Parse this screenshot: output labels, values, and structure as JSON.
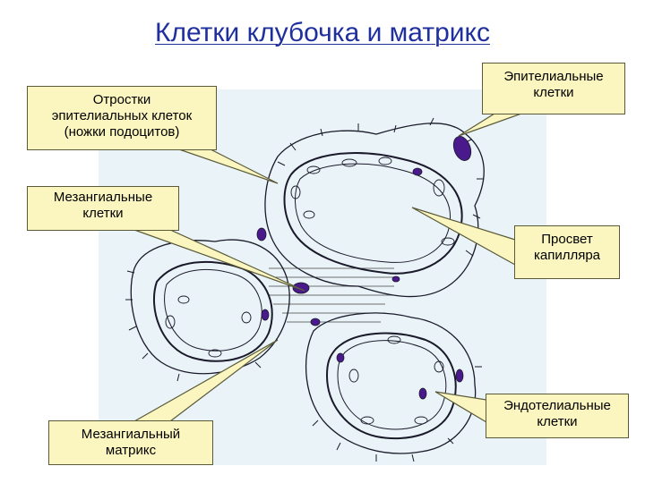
{
  "title": "Клетки клубочка и матрикс",
  "colors": {
    "title": "#1f2f9e",
    "background_panel": "#eaf3f8",
    "callout_fill": "#fbf6bf",
    "nucleus": "#4a1a8c",
    "outline": "#1a1a2a"
  },
  "labels": {
    "podocyte_processes": [
      "Отростки",
      "эпителиальных клеток",
      "(ножки подоцитов)"
    ],
    "mesangial_cells": [
      "Мезангиальные",
      "клетки"
    ],
    "epithelial_cells": [
      "Эпителиальные",
      "клетки"
    ],
    "capillary_lumen": [
      "Просвет",
      "капилляра"
    ],
    "endothelial_cells": [
      "Эндотелиальные",
      "клетки"
    ],
    "mesangial_matrix": [
      "Мезангиальный",
      "матрикс"
    ]
  }
}
